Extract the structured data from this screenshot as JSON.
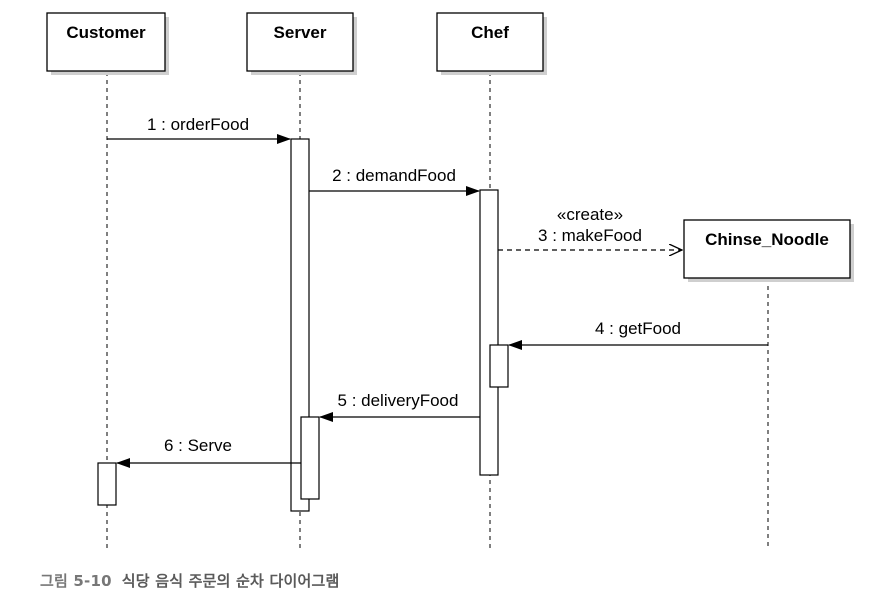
{
  "participants": [
    {
      "id": "customer",
      "label": "Customer"
    },
    {
      "id": "server",
      "label": "Server"
    },
    {
      "id": "chef",
      "label": "Chef"
    },
    {
      "id": "chinse_noodle",
      "label": "Chinse_Noodle"
    }
  ],
  "messages": [
    {
      "id": "m1",
      "label": "1 : orderFood",
      "from": "customer",
      "to": "server",
      "kind": "sync"
    },
    {
      "id": "m2",
      "label": "2 : demandFood",
      "from": "server",
      "to": "chef",
      "kind": "sync"
    },
    {
      "id": "m3",
      "stereotype": "«create»",
      "label": "3 : makeFood",
      "from": "chef",
      "to": "chinse_noodle",
      "kind": "create"
    },
    {
      "id": "m4",
      "label": "4 : getFood",
      "from": "chinse_noodle",
      "to": "chef",
      "kind": "sync"
    },
    {
      "id": "m5",
      "label": "5 : deliveryFood",
      "from": "chef",
      "to": "server",
      "kind": "sync"
    },
    {
      "id": "m6",
      "label": "6 : Serve",
      "from": "server",
      "to": "customer",
      "kind": "sync"
    }
  ],
  "caption": {
    "number": "그림 5-10",
    "text": "식당 음식 주문의 순차 다이어그램"
  }
}
